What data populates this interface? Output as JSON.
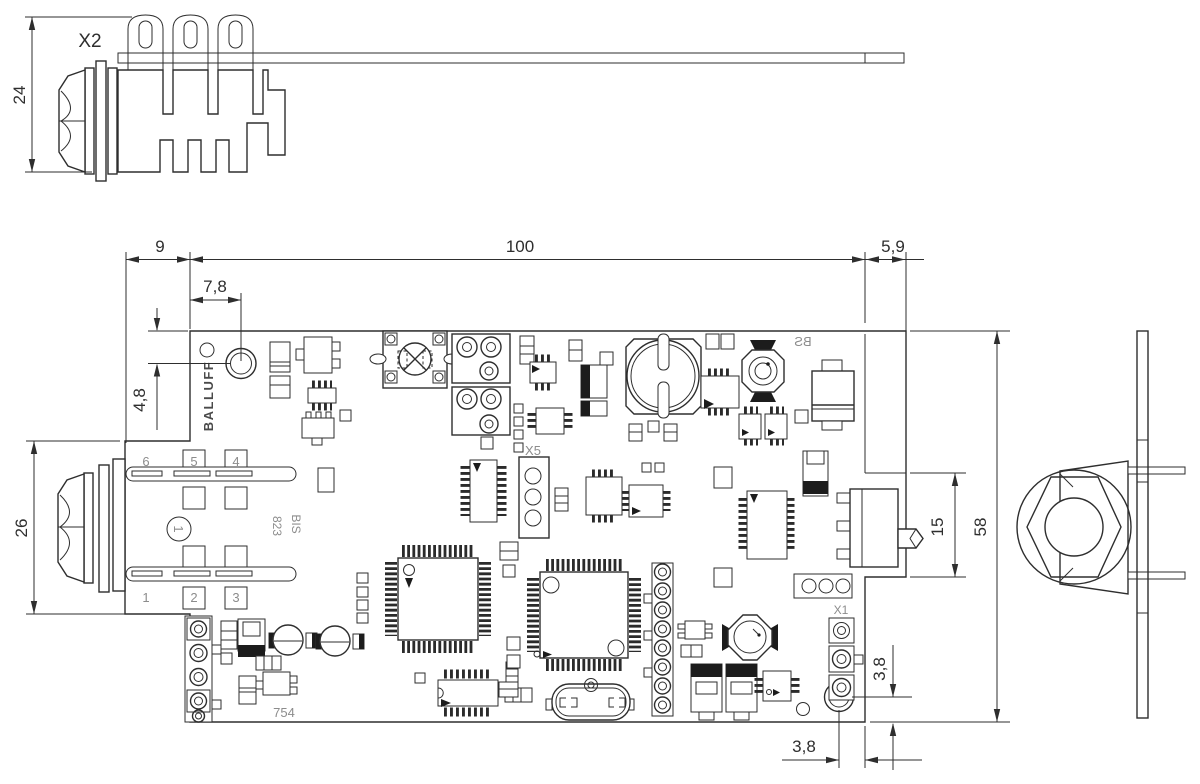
{
  "dims": {
    "side_height": "24",
    "left_offset": "9",
    "board_length": "100",
    "edge_margin": "5,9",
    "hole_offset_x": "7,8",
    "hole_offset_y": "4,8",
    "connector_width": "26",
    "connector_tab": "15",
    "board_width": "58",
    "hole_br_horizontal": "3,8",
    "hole_br_vertical": "3,8"
  },
  "labels": {
    "view_connector": "X2",
    "conn_x5": "X5",
    "conn_x1": "X1",
    "silk_bs": "BS",
    "silk_bis": "BIS",
    "silk_823": "823",
    "silk_754": "754",
    "brand": "BALLUFF",
    "key_pin": "1"
  },
  "pins": {
    "top": [
      "6",
      "5",
      "4"
    ],
    "bottom": [
      "1",
      "2",
      "3"
    ]
  },
  "colors": {
    "line": "#2e2e2e",
    "silkscreen": "#8c8c8c",
    "paper": "#ffffff"
  }
}
